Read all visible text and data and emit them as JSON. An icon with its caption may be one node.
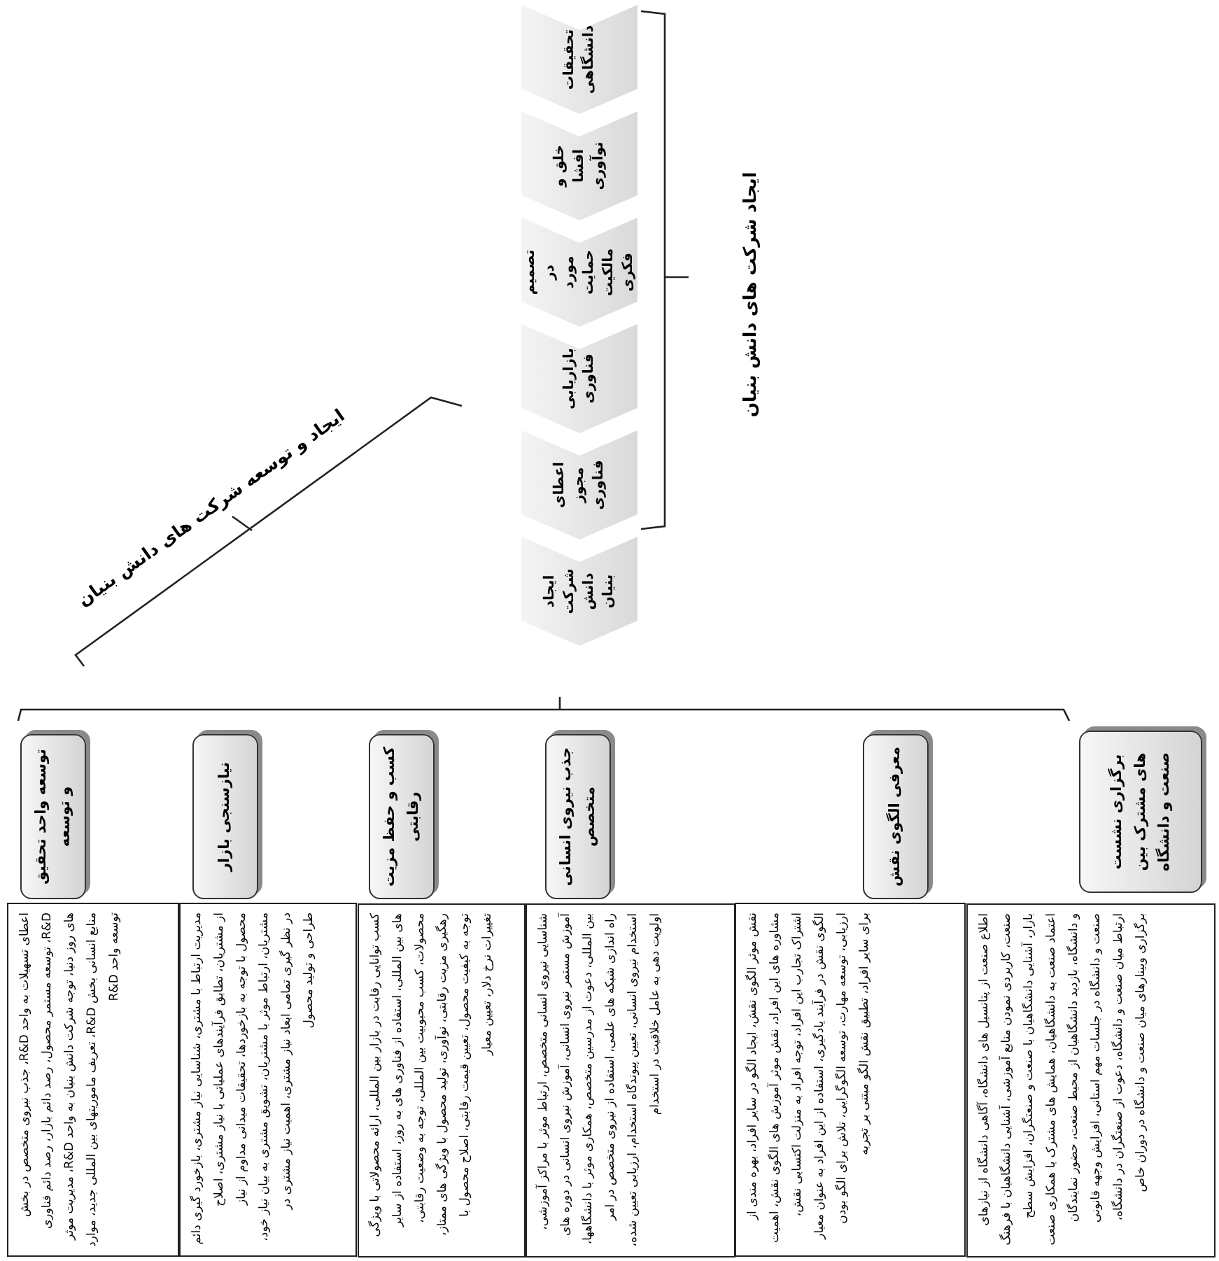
{
  "diagram": {
    "nodes": [
      {
        "text": [
          "تحقیقات دانشگاهی"
        ]
      },
      {
        "text": [
          "خلق و افشا نوآوری"
        ]
      },
      {
        "text": [
          "تصمیم در مورد حمایت مالکیت فکری"
        ]
      },
      {
        "text": [
          "بازاریابی فناوری"
        ]
      },
      {
        "text": [
          "اعطای مجوز فناوری"
        ]
      },
      {
        "text": [
          "ایجاد شرکت دانش بنیان"
        ]
      },
      {
        "text": [
          "توسعه واحد تحقیق و توسعه"
        ]
      },
      {
        "text": [
          "اعطای تسهیلات به واحد R&D، جذب نیروی متخصص در بخش R&D، توسعه مستمر محصول، رصد دائم بازار، رصد دائم فناوری های روز دنیا، توجه شرکت دانش بنیان به واحد R&D، مدیریت موثر منابع انسانی بخش R&D، تعریف ماموریتهای بین المللی جدید، موارد توسعه واحد R&D"
        ]
      },
      {
        "text": [
          "نیازسنجی بازار"
        ]
      },
      {
        "text": [
          "مدیریت ارتباط با مشتری، شناسایی نیاز مشتری، بازخورد گیری دائم از مشتریان، تطابق فرآیندهای عملیاتی با نیاز مشتری، اصلاح محصول با توجه به بازخوردها، تحقیقات میدانی مداوم از نیاز مشتریان، ارتباط موثر با مشتریان، تشویق مشتری به بیان نیاز خود، در نظر گیری تمامی ابعاد نیاز مشتری، اهمیت نیاز مشتری در طراحی و تولید محصول"
        ]
      },
      {
        "text": [
          "کسب و حفظ مزیت رقابتی"
        ]
      },
      {
        "text": [
          "کسب توانایی رقابت در بازار بین المللی، ارائه محصولاتی با ویژگی های بین المللی، استفاده از فناوری های به روز، استفاده از سایر محصولات، کسب محبوبیت بین المللی، توجه به وضعیت رقابتی، رهگیری مزیت رقابتی، نوآوری، تولید محصول با ویژگی های ممتاز، توجه به کیفیت محصول، تعیین قیمت رقابتی، اصلاح محصول با تغییرات نرخ دلار، تعیین معیار"
        ]
      },
      {
        "text": [
          "جذب نیروی انسانی متخصص"
        ]
      },
      {
        "text": [
          "شناسایی نیروی انسانی متخصص، ارتباط موثر با مراکز آموزشی، آموزش مستمر نیروی انسانی، آموزش نیروی انسانی در دوره های بین المللی، دعوت از مدرسین متخصص، همکاری موثر با دانشگاهها، راه اندازی شبکه های علمی، استفاده از نیروی متخصص در امر استخدام نیروی انسانی، تعیین پیوندگاه استخدام، ارزیابی تعیین شده، اولویت دهی به عامل خلاقیت در استخدام"
        ]
      },
      {
        "text": [
          "معرفی الگوی نقش"
        ]
      },
      {
        "text": [
          "نقش موثر الگوی نقش، ایجاد الگو در سایر افراد، بهره مندی از مشاوره های این افراد، نقش موثر آموزش های الگوی نقش، اهمیت اشتراک تجارب این افراد، توجه افراد به منزلت اکتسابی نقش، الگوی نقش در فرآیند یادگیری، استفاده از این افراد به عنوان معیار ارزیابی، توسعه مهارت، توسعه الگوگرایی، تلاش برای الگو بودن برای سایر افراد، تطبیق نقش الگو مبتنی بر تجربه"
        ]
      },
      {
        "text": [
          "برگزاری نشست های مشترک بین صنعت و دانشگاه"
        ]
      },
      {
        "text": [
          "اطلاع صنعت از پتانسیل های دانشگاه، آگاهی دانشگاه از نیازهای صنعت، کاربردی نمودن منابع آموزشی، آشنایی دانشگاهیان با فرهنگ بازار، آشنایی دانشگاهیان با صنعت و صنعتگران، افزایش سطح اعتماد صنعت به دانشگاهیان، همایش های مشترک با همکاری صنعت و دانشگاه، بازدید دانشگاهیان از محیط صنعت، حضور نمایندگان صنعت و دانشگاه در جلسات مهم استانی، افزایش وجهه قانونی ارتباط میان صنعت و دانشگاه، دعوت از صنعتگران در دانشگاه، برگزاری وبینارهای میان صنعت و دانشگاه در دوران خاص"
        ]
      }
    ],
    "labels": [
      "ایجاد و توسعه شرکت های دانش بنیان",
      "ایجاد شرکت های دانش بنیان"
    ]
  }
}
